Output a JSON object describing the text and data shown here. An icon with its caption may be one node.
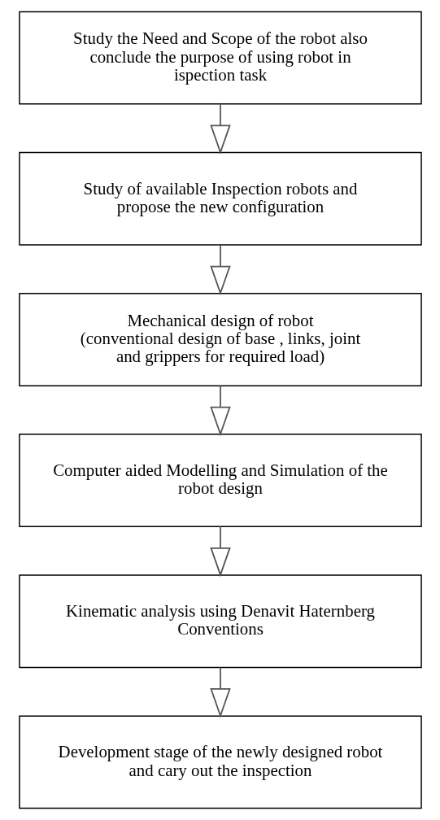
{
  "diagram": {
    "nodes": [
      {
        "text": [
          "Study the Need and Scope of the robot also conclude the purpose of using robot in ispection task"
        ]
      },
      {
        "text": [
          "Study of available Inspection robots and propose the new configuration"
        ]
      },
      {
        "text": [
          "Mechanical design of robot",
          "(conventional design of base , links, joint and grippers for required load)"
        ]
      },
      {
        "text": [
          "Computer aided Modelling and Simulation of the robot design"
        ]
      },
      {
        "text": [
          "Kinematic analysis using Denavit Haternberg Conventions"
        ]
      },
      {
        "text": [
          "Development stage of the newly designed robot and cary out the inspection"
        ]
      }
    ],
    "edges": [
      {
        "from": 0,
        "to": 1,
        "arrow": "to"
      },
      {
        "from": 1,
        "to": 2,
        "arrow": "to"
      },
      {
        "from": 2,
        "to": 3,
        "arrow": "to"
      },
      {
        "from": 3,
        "to": 4,
        "arrow": "to"
      },
      {
        "from": 4,
        "to": 5,
        "arrow": "to"
      }
    ]
  }
}
